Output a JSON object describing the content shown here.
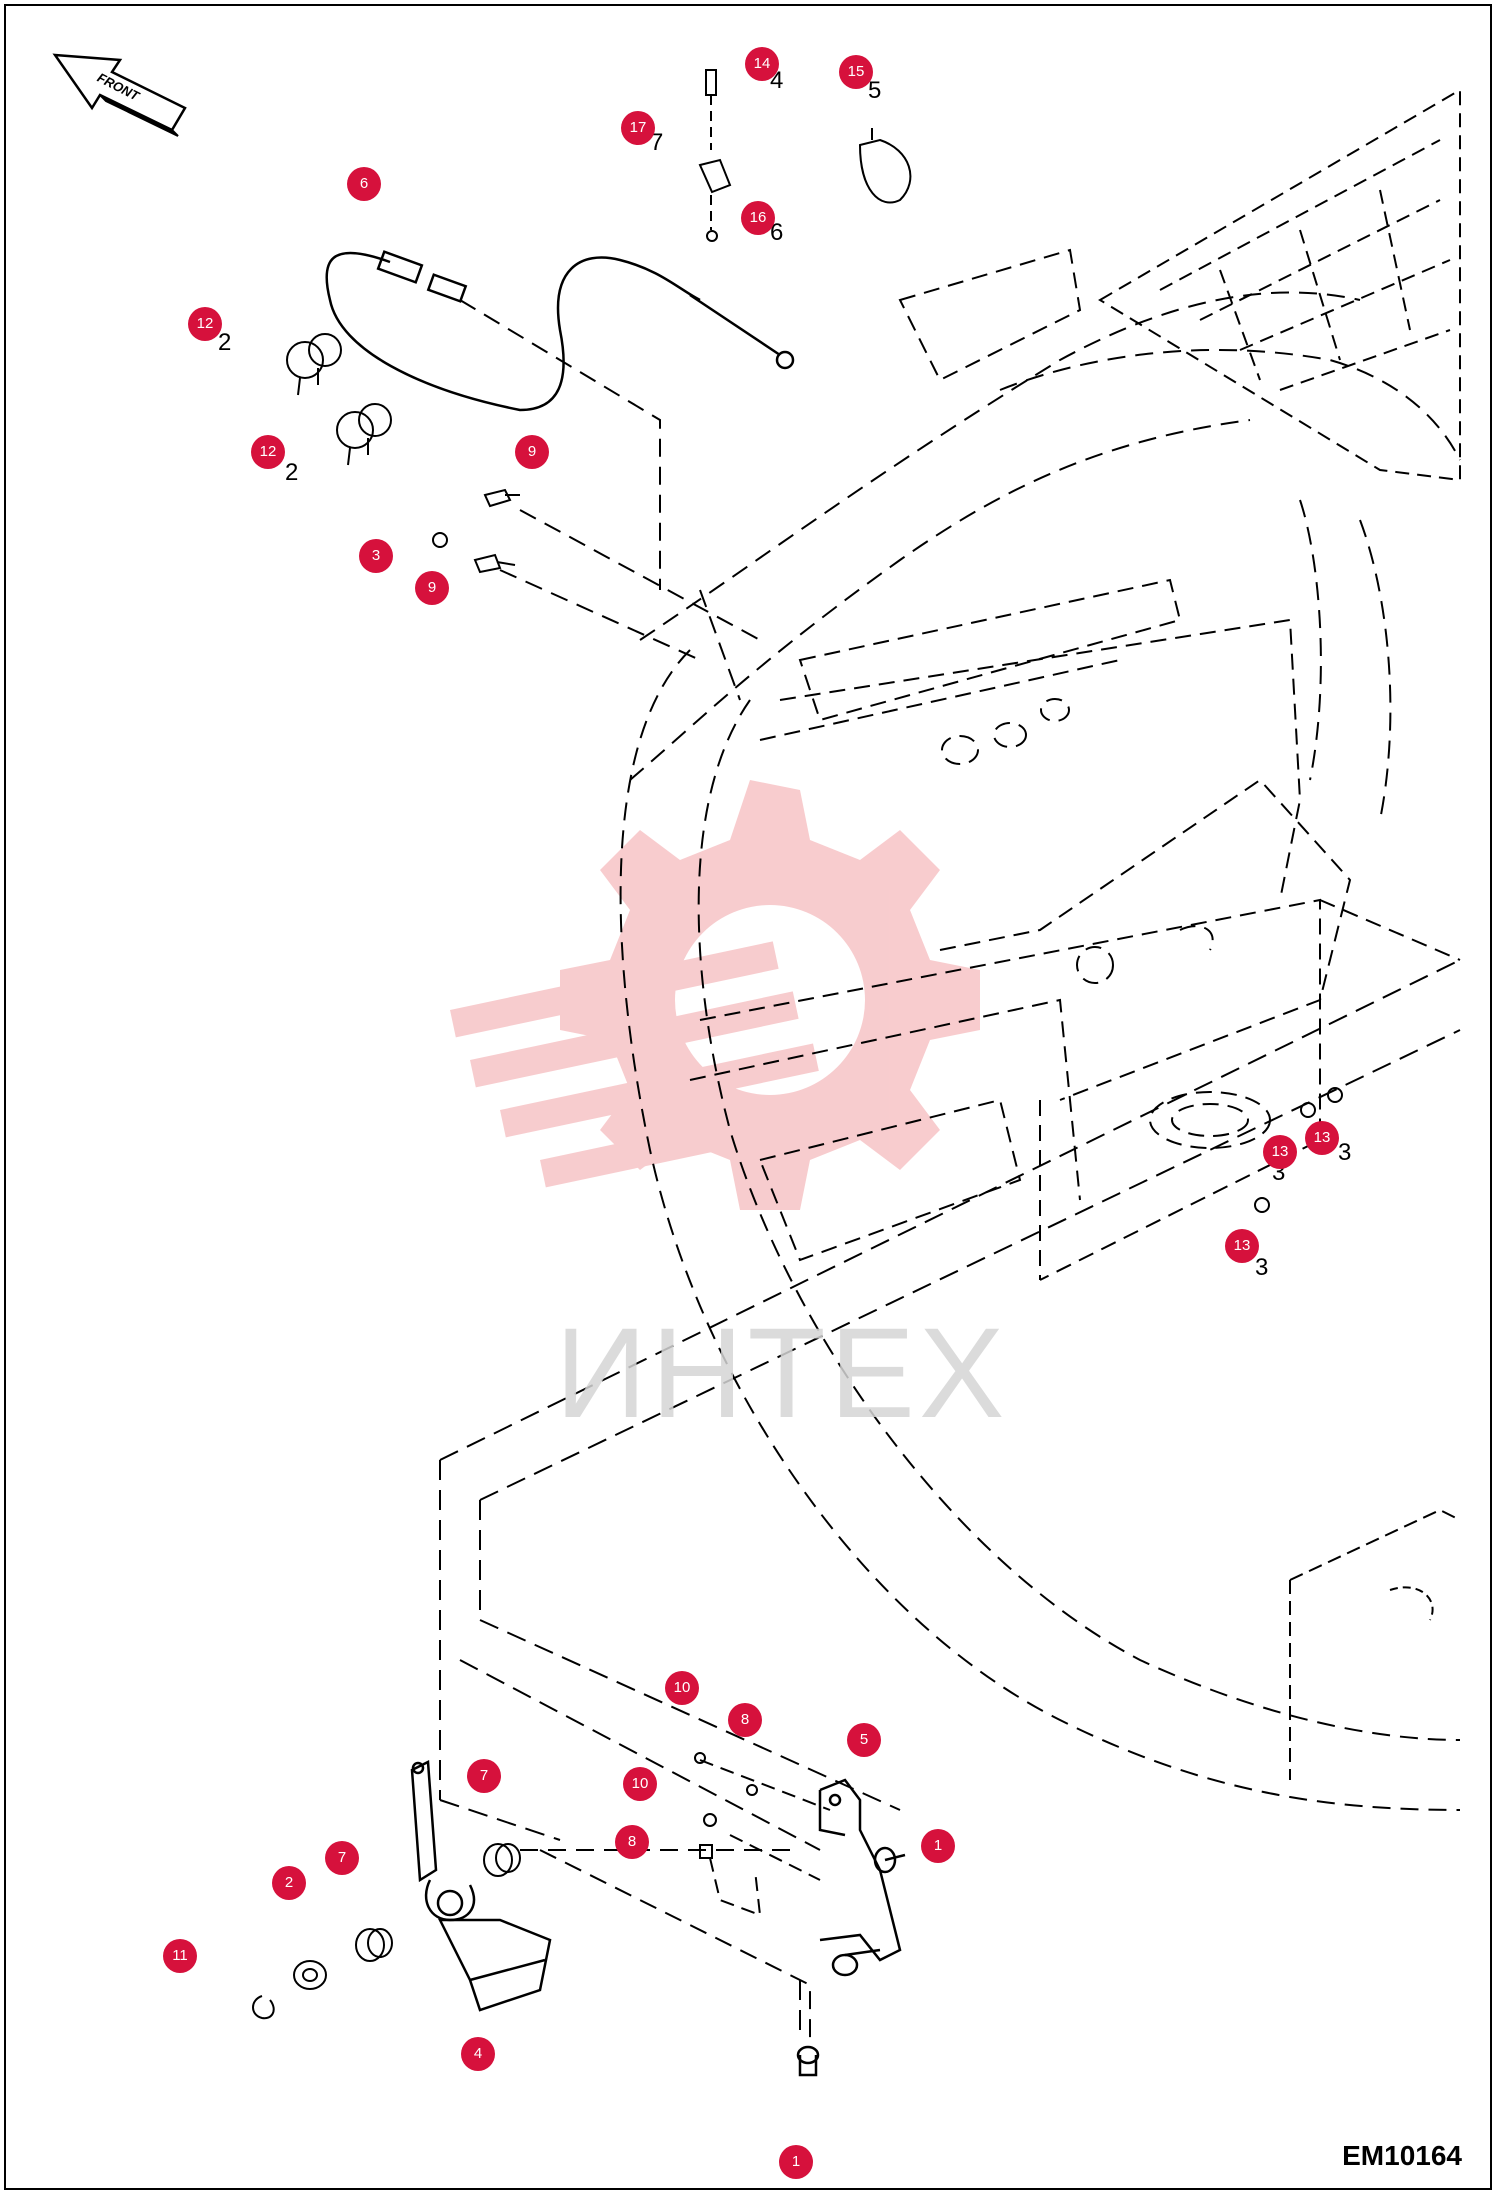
{
  "diagram": {
    "code": "EM10164",
    "front_label": "FRONT",
    "watermark_text": "ИНТЕХ",
    "callout_color": "#d6113c",
    "callouts": [
      "14",
      "15",
      "17",
      "16",
      "6",
      "12",
      "12",
      "9",
      "3",
      "9",
      "13",
      "13",
      "13",
      "10",
      "8",
      "5",
      "10",
      "8",
      "1",
      "7",
      "7",
      "2",
      "11",
      "4",
      "1"
    ]
  }
}
